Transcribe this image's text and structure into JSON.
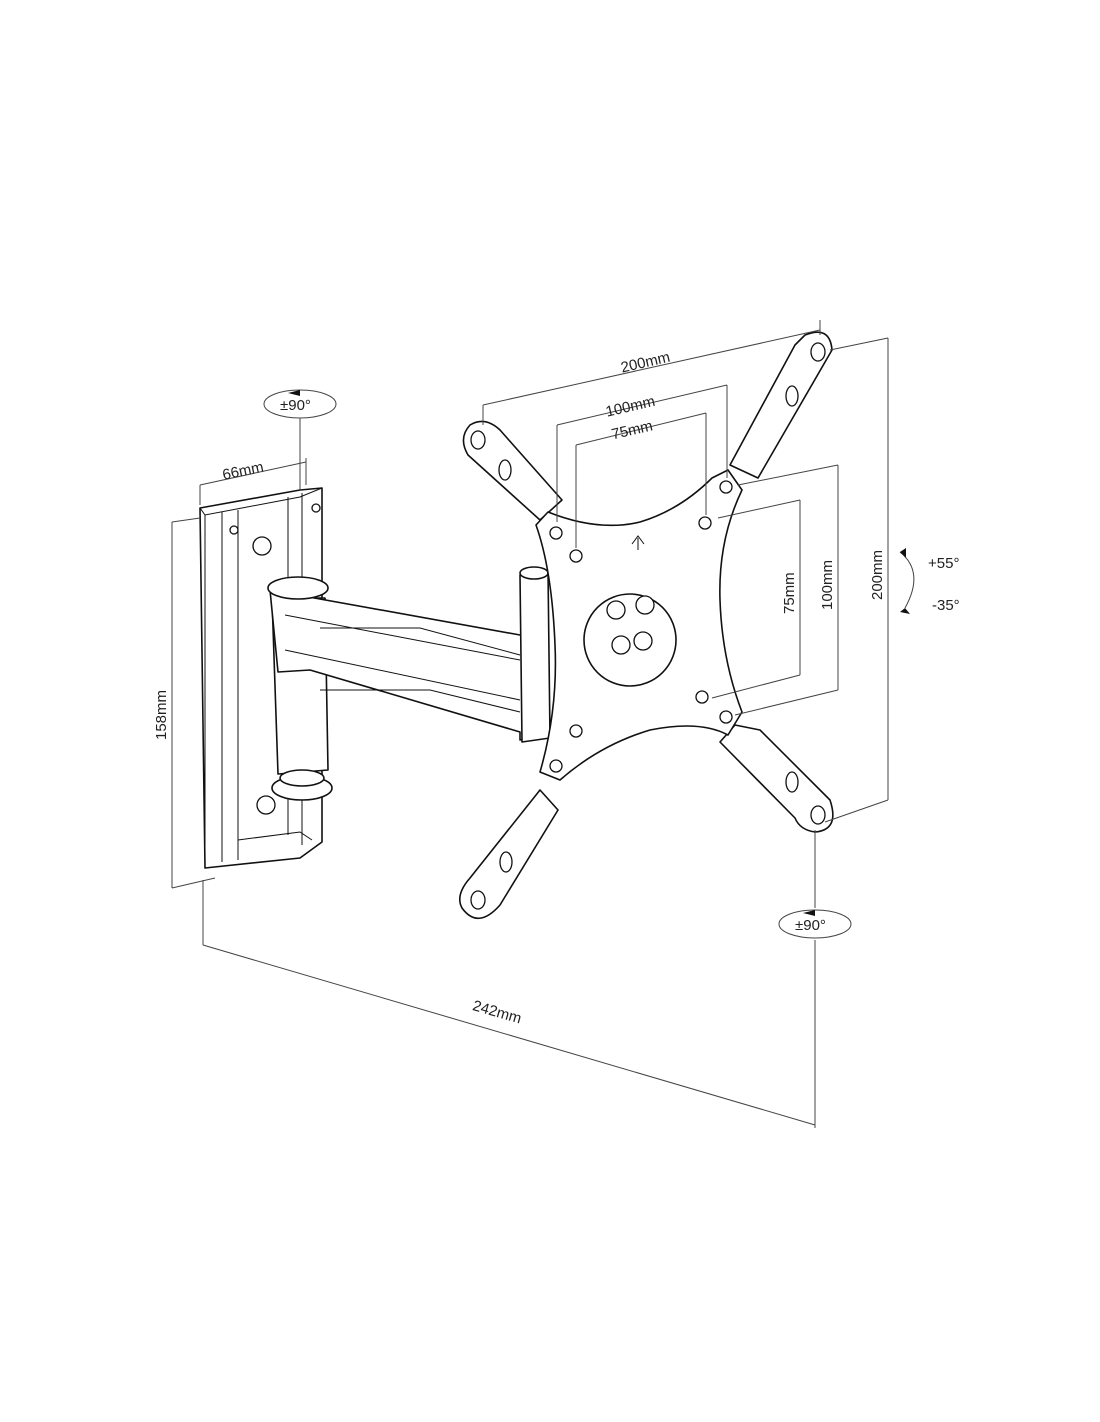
{
  "colors": {
    "line": "#111111",
    "dimension_line": "#444444",
    "text": "#222222",
    "background": "#ffffff"
  },
  "labels": {
    "top_width": "200mm",
    "mid_width": "100mm",
    "inner_width": "75mm",
    "right_height_large": "200mm",
    "right_height_mid": "100mm",
    "right_height_small": "75mm",
    "tilt_up": "+55°",
    "tilt_down": "-35°",
    "wall_swivel": "±90°",
    "plate_swivel": "±90°",
    "plate_width": "66mm",
    "plate_height": "158mm",
    "extension": "242mm"
  }
}
